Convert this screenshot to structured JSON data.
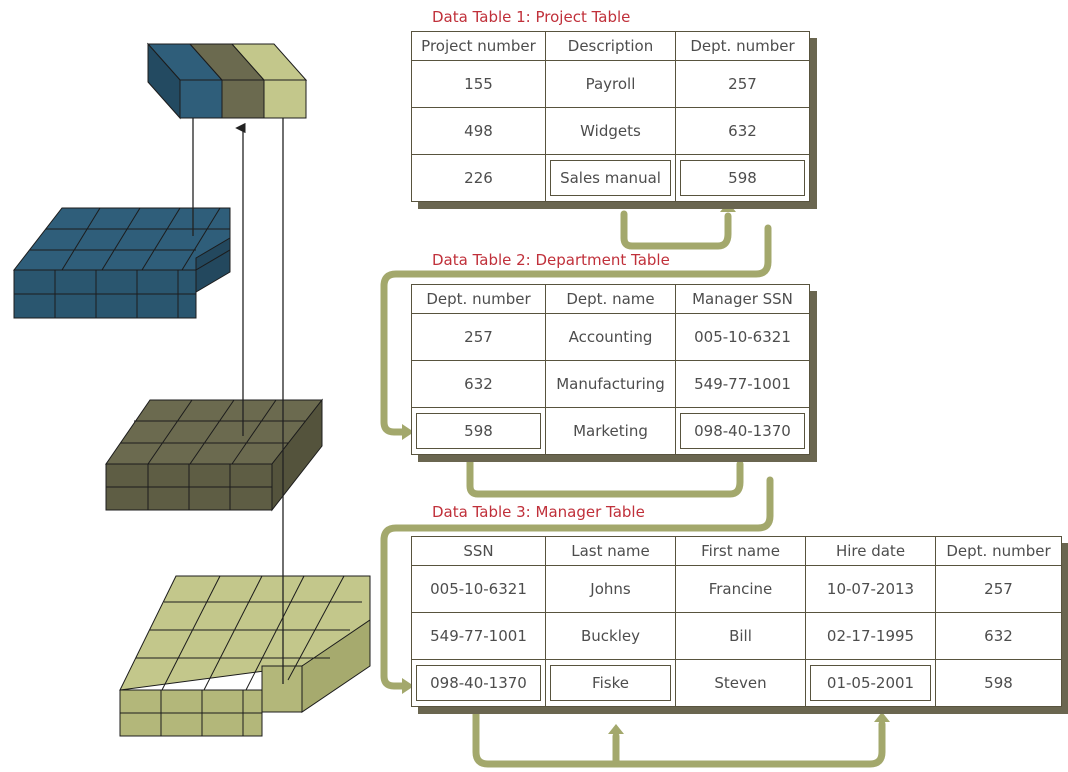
{
  "colors": {
    "blue": "#2f5e7a",
    "olive": "#6b6a4f",
    "sage": "#c3c78b",
    "arrow": "#a3a86c",
    "caption": "#c0303a",
    "border": "#58533e"
  },
  "table1": {
    "caption": "Data Table 1: Project Table",
    "headers": [
      "Project number",
      "Description",
      "Dept. number"
    ],
    "rows": [
      [
        "155",
        "Payroll",
        "257"
      ],
      [
        "498",
        "Widgets",
        "632"
      ],
      [
        "226",
        "Sales manual",
        "598"
      ]
    ]
  },
  "table2": {
    "caption": "Data Table 2: Department Table",
    "headers": [
      "Dept. number",
      "Dept. name",
      "Manager SSN"
    ],
    "rows": [
      [
        "257",
        "Accounting",
        "005-10-6321"
      ],
      [
        "632",
        "Manufacturing",
        "549-77-1001"
      ],
      [
        "598",
        "Marketing",
        "098-40-1370"
      ]
    ]
  },
  "table3": {
    "caption": "Data Table 3: Manager Table",
    "headers": [
      "SSN",
      "Last name",
      "First name",
      "Hire date",
      "Dept. number"
    ],
    "rows": [
      [
        "005-10-6321",
        "Johns",
        "Francine",
        "10-07-2013",
        "257"
      ],
      [
        "549-77-1001",
        "Buckley",
        "Bill",
        "02-17-1995",
        "632"
      ],
      [
        "098-40-1370",
        "Fiske",
        "Steven",
        "01-05-2001",
        "598"
      ]
    ]
  }
}
